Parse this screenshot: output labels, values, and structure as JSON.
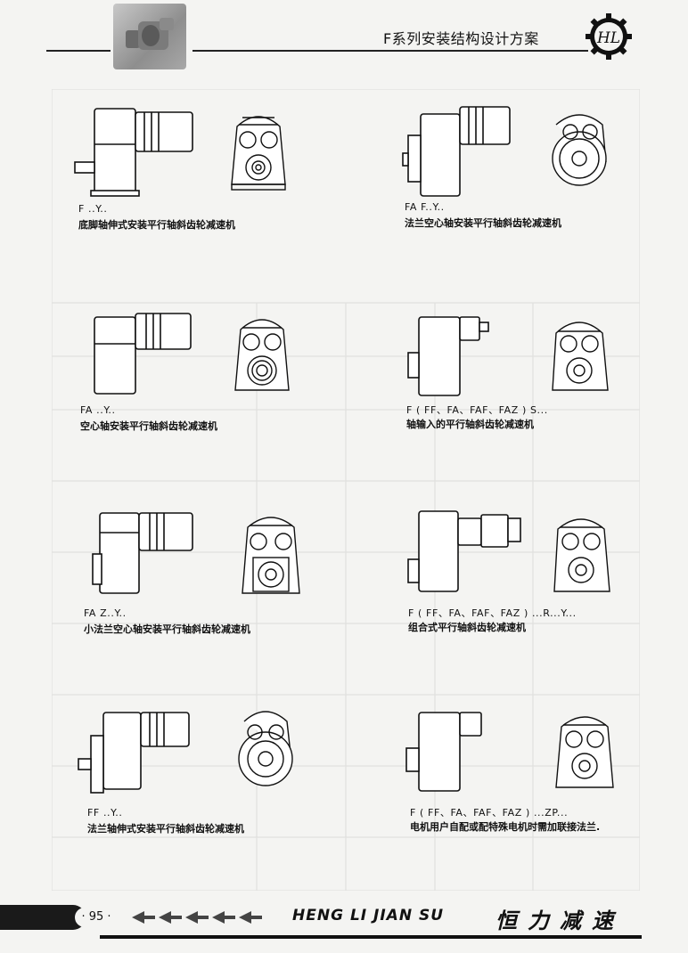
{
  "header": {
    "title": "F系列安装结构设计方案",
    "logo_text": "HL"
  },
  "items": [
    {
      "model": "F ..Y..",
      "desc": "底脚轴伸式安装平行轴斜齿轮减速机"
    },
    {
      "model": "FA F..Y..",
      "desc": "法兰空心轴安装平行轴斜齿轮减速机"
    },
    {
      "model": "FA ..Y..",
      "desc": "空心轴安装平行轴斜齿轮减速机"
    },
    {
      "model": "F ( FF、FA、FAF、FAZ ) S...",
      "desc": "轴输入的平行轴斜齿轮减速机"
    },
    {
      "model": "FA Z..Y..",
      "desc": "小法兰空心轴安装平行轴斜齿轮减速机"
    },
    {
      "model": "F ( FF、FA、FAF、FAZ ) ...R...Y...",
      "desc": "组合式平行轴斜齿轮减速机"
    },
    {
      "model": "FF ..Y..",
      "desc": "法兰轴伸式安装平行轴斜齿轮减速机"
    },
    {
      "model": "F ( FF、FA、FAF、FAZ ) ...ZP...",
      "desc": "电机用户自配或配特殊电机时需加联接法兰."
    }
  ],
  "footer": {
    "page_number": "· 95 ·",
    "brand": "HENG LI JIAN SU",
    "slogan": "恒力减速"
  },
  "icons": [
    "gear-logo-icon",
    "motor-photo-icon",
    "arrow-left-icon"
  ]
}
